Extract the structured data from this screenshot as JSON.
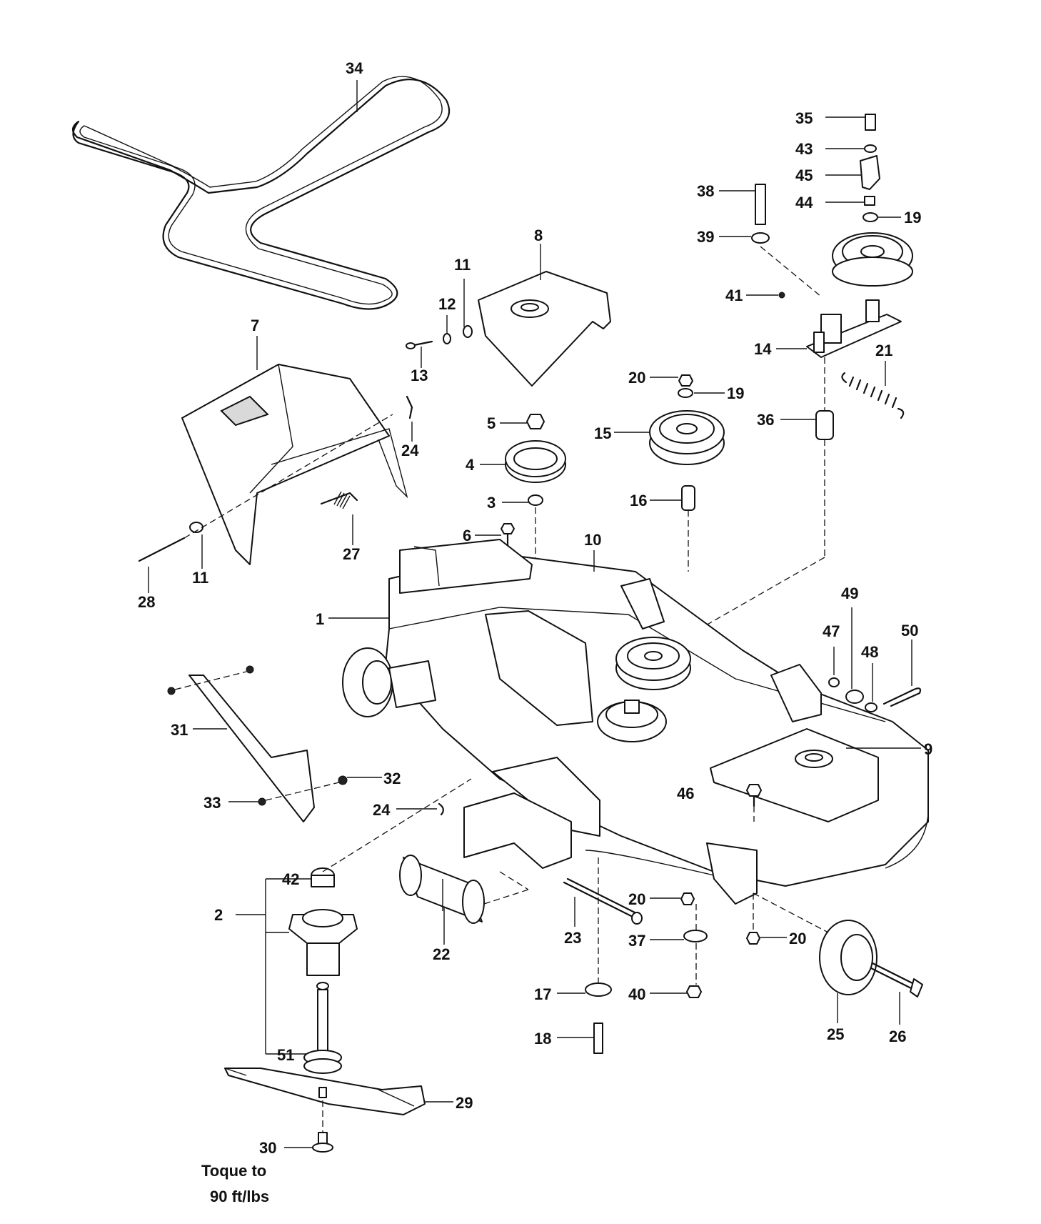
{
  "diagram": {
    "callouts": [
      {
        "id": "c34a",
        "text": "34"
      },
      {
        "id": "c35",
        "text": "35"
      },
      {
        "id": "c43",
        "text": "43"
      },
      {
        "id": "c45",
        "text": "45"
      },
      {
        "id": "c38",
        "text": "38"
      },
      {
        "id": "c44",
        "text": "44"
      },
      {
        "id": "c19a",
        "text": "19"
      },
      {
        "id": "c39",
        "text": "39"
      },
      {
        "id": "c8",
        "text": "8"
      },
      {
        "id": "c11a",
        "text": "11"
      },
      {
        "id": "c12",
        "text": "12"
      },
      {
        "id": "c41",
        "text": "41"
      },
      {
        "id": "c7",
        "text": "7"
      },
      {
        "id": "c14",
        "text": "14"
      },
      {
        "id": "c21",
        "text": "21"
      },
      {
        "id": "c13",
        "text": "13"
      },
      {
        "id": "c20a",
        "text": "20"
      },
      {
        "id": "c19b",
        "text": "19"
      },
      {
        "id": "c24a",
        "text": "24"
      },
      {
        "id": "c5",
        "text": "5"
      },
      {
        "id": "c15",
        "text": "15"
      },
      {
        "id": "c36",
        "text": "36"
      },
      {
        "id": "c4",
        "text": "4"
      },
      {
        "id": "c3",
        "text": "3"
      },
      {
        "id": "c16",
        "text": "16"
      },
      {
        "id": "c6",
        "text": "6"
      },
      {
        "id": "c27",
        "text": "27"
      },
      {
        "id": "c10",
        "text": "10"
      },
      {
        "id": "c11b",
        "text": "11"
      },
      {
        "id": "c28",
        "text": "28"
      },
      {
        "id": "c1",
        "text": "1"
      },
      {
        "id": "c49",
        "text": "49"
      },
      {
        "id": "c47",
        "text": "47"
      },
      {
        "id": "c50",
        "text": "50"
      },
      {
        "id": "c48",
        "text": "48"
      },
      {
        "id": "c31",
        "text": "31"
      },
      {
        "id": "c9",
        "text": "9"
      },
      {
        "id": "c32",
        "text": "32"
      },
      {
        "id": "c46",
        "text": "46"
      },
      {
        "id": "c33",
        "text": "33"
      },
      {
        "id": "c24b",
        "text": "24"
      },
      {
        "id": "c42",
        "text": "42"
      },
      {
        "id": "c2",
        "text": "2"
      },
      {
        "id": "c20b",
        "text": "20"
      },
      {
        "id": "c23",
        "text": "23"
      },
      {
        "id": "c37",
        "text": "37"
      },
      {
        "id": "c20c",
        "text": "20"
      },
      {
        "id": "c22",
        "text": "22"
      },
      {
        "id": "c17",
        "text": "17"
      },
      {
        "id": "c40",
        "text": "40"
      },
      {
        "id": "c51",
        "text": "51"
      },
      {
        "id": "c18",
        "text": "18"
      },
      {
        "id": "c25",
        "text": "25"
      },
      {
        "id": "c26",
        "text": "26"
      },
      {
        "id": "c29",
        "text": "29"
      },
      {
        "id": "c30",
        "text": "30"
      }
    ],
    "torque_note": {
      "line1": "Toque to",
      "line2": "90 ft/lbs"
    }
  }
}
